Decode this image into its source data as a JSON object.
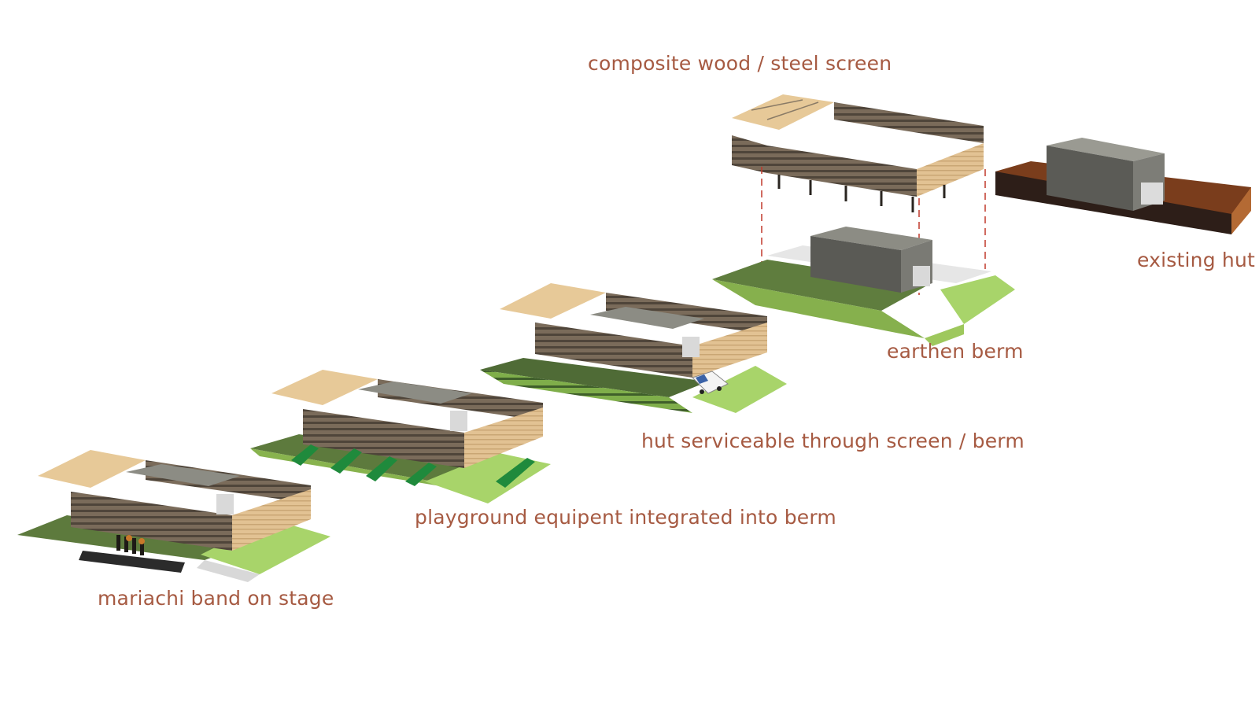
{
  "labels": {
    "screen": "composite wood / steel screen",
    "existing_hut": "existing hut",
    "earthen_berm": "earthen berm",
    "serviceable": "hut serviceable through screen / berm",
    "playground": "playground equipent integrated into berm",
    "mariachi": "mariachi band on stage"
  },
  "colors": {
    "label_text": "#a65a42",
    "grass": "#9ccb5c",
    "grass_dark": "#6f9a3a",
    "wood": "#d9b98a",
    "screen_slats": "#5f5346",
    "hut_top": "#8b8b82",
    "hut_side": "#5e5e58",
    "fence": "#6b3a20",
    "dashed_guide": "#c0392b",
    "slide_green": "#1f8a3c"
  }
}
